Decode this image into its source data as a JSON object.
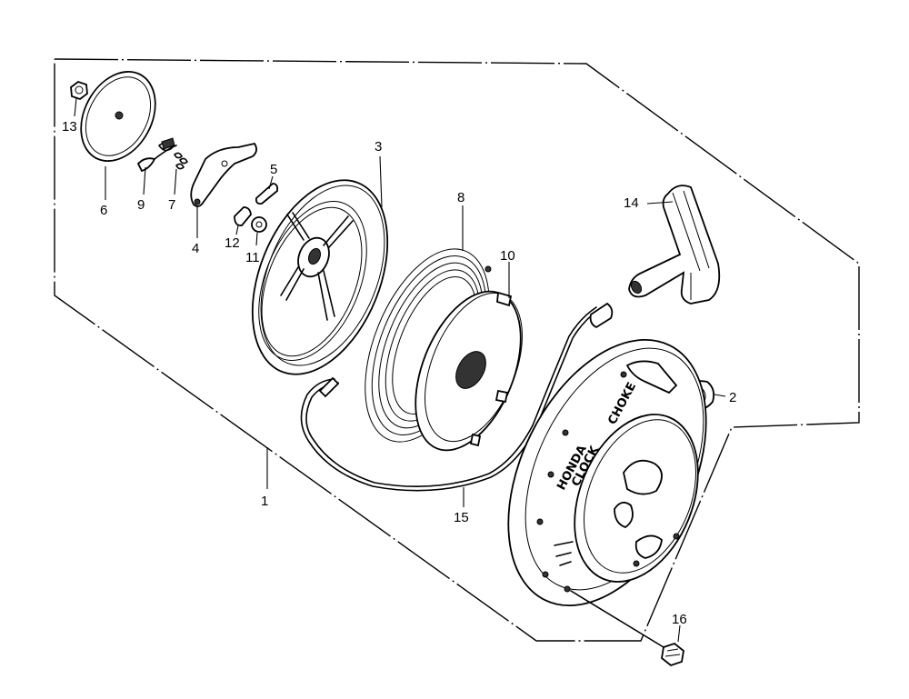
{
  "diagram": {
    "parts": [
      {
        "number": "1",
        "name": "assembly-group-boundary"
      },
      {
        "number": "2",
        "name": "rope-guide"
      },
      {
        "number": "3",
        "name": "starter-reel"
      },
      {
        "number": "4",
        "name": "ratchet-pawl"
      },
      {
        "number": "5",
        "name": "pawl-pin"
      },
      {
        "number": "6",
        "name": "ratchet-guide-plate"
      },
      {
        "number": "7",
        "name": "ratchet-spring"
      },
      {
        "number": "8",
        "name": "recoil-spring"
      },
      {
        "number": "9",
        "name": "friction-spring"
      },
      {
        "number": "10",
        "name": "spring-retainer"
      },
      {
        "number": "11",
        "name": "washer"
      },
      {
        "number": "12",
        "name": "pin"
      },
      {
        "number": "13",
        "name": "nut"
      },
      {
        "number": "14",
        "name": "starter-grip"
      },
      {
        "number": "15",
        "name": "starter-rope"
      },
      {
        "number": "16",
        "name": "flange-bolt"
      }
    ],
    "embossed_text": [
      "HONDA",
      "CLOCK",
      "CHOKE"
    ]
  }
}
